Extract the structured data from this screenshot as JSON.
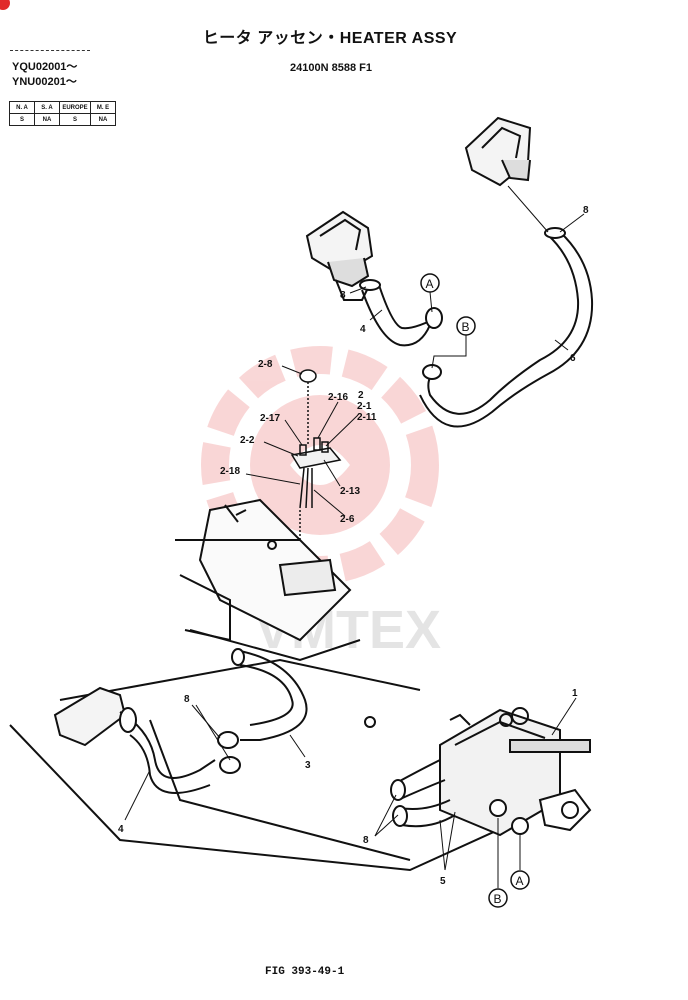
{
  "header": {
    "title": "ヒータ アッセン・HEATER ASSY",
    "drawing_number": "24100N 8588 F1",
    "serials": [
      "YQU02001～",
      "YNU00201～"
    ]
  },
  "availability_table": {
    "headers": [
      "N. A",
      "S. A",
      "EUROPE",
      "M. E"
    ],
    "values": [
      "S",
      "NA",
      "S",
      "NA"
    ]
  },
  "callouts": {
    "c1": "1",
    "c2_1": "2-1",
    "c2_2": "2-2",
    "c2_6": "2-6",
    "c2_8": "2-8",
    "c2_11": "2-11",
    "c2_13": "2-13",
    "c2_16": "2-16",
    "c2_17": "2-17",
    "c2_18": "2-18",
    "c2": "2",
    "c3": "3",
    "c4_top": "4",
    "c4_bottom": "4",
    "c5": "5",
    "c6": "6",
    "c8_top_right": "8",
    "c8_top_left": "8",
    "c8_mid": "8",
    "c8_right": "8",
    "ref_a_top": "A",
    "ref_b_top": "B",
    "ref_a_bottom": "A",
    "ref_b_bottom": "B"
  },
  "watermark": {
    "text": "VMTEX",
    "color": "#e54848"
  },
  "footer": {
    "figure_number": "FIG 393-49-1"
  }
}
